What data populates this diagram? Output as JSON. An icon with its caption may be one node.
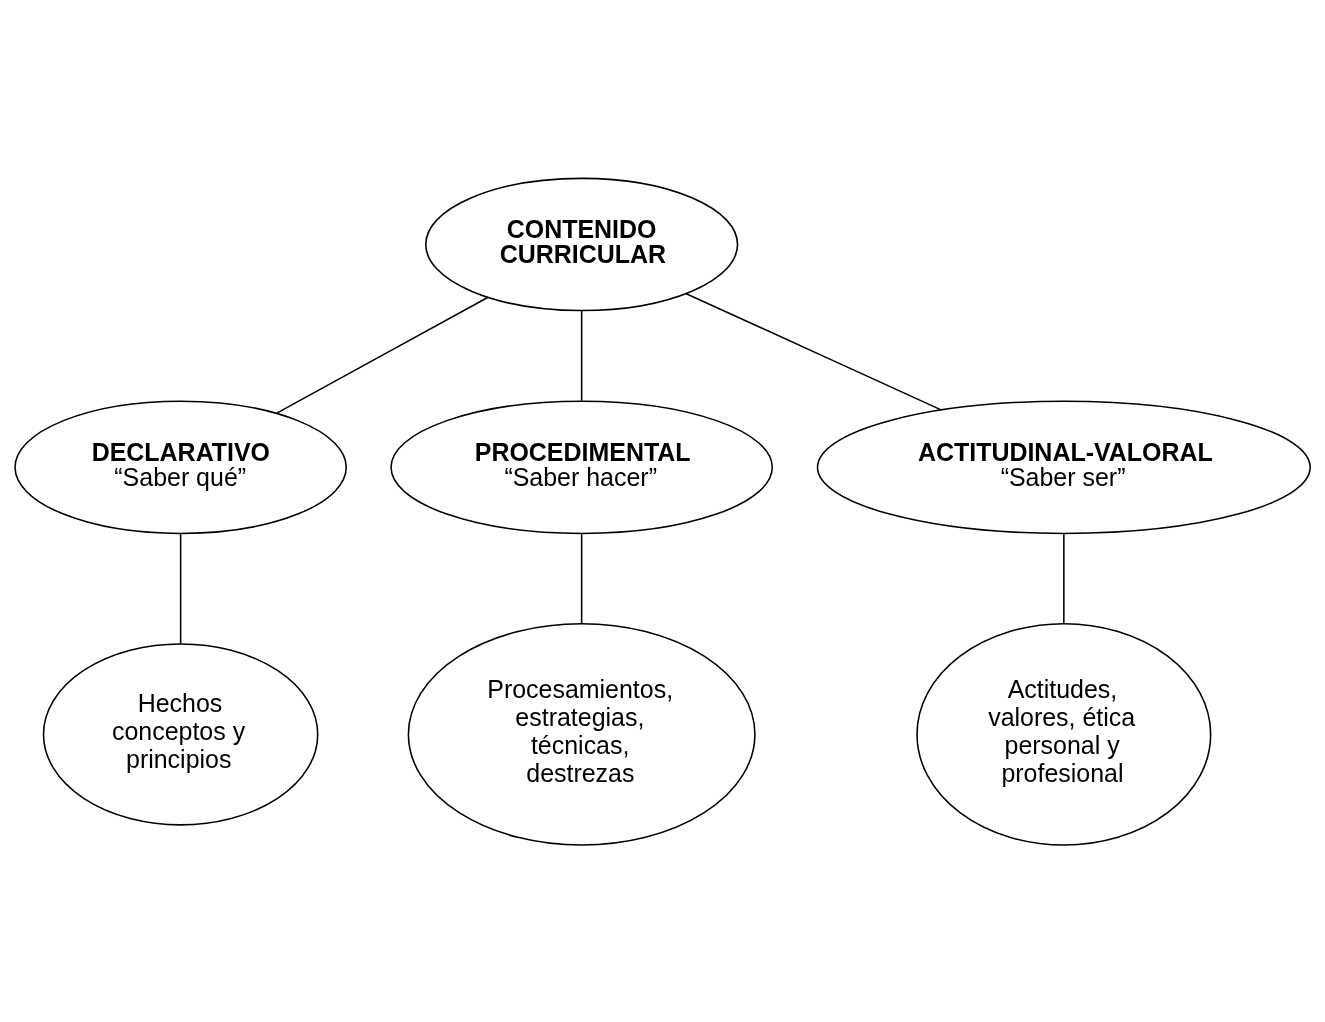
{
  "diagram": {
    "nodes": [
      {
        "text": [
          "CONTENIDO CURRICULAR"
        ]
      },
      {
        "text": [
          "DECLARATIVO",
          "“Saber qué”"
        ]
      },
      {
        "text": [
          "PROCEDIMENTAL",
          "“Saber hacer”"
        ]
      },
      {
        "text": [
          "ACTITUDINAL-VALORAL",
          "“Saber ser”"
        ]
      },
      {
        "text": [
          "Hechos conceptos y principios"
        ]
      },
      {
        "text": [
          "Procesamientos, estrategias, técnicas, destrezas"
        ]
      },
      {
        "text": [
          "Actitudes, valores, ética personal y profesional"
        ]
      }
    ],
    "edges": [
      {
        "from": 0,
        "to": 1,
        "arrow": "none"
      },
      {
        "from": 0,
        "to": 2,
        "arrow": "none"
      },
      {
        "from": 0,
        "to": 3,
        "arrow": "none"
      },
      {
        "from": 1,
        "to": 4,
        "arrow": "none"
      },
      {
        "from": 2,
        "to": 5,
        "arrow": "none"
      },
      {
        "from": 3,
        "to": 6,
        "arrow": "none"
      }
    ]
  }
}
